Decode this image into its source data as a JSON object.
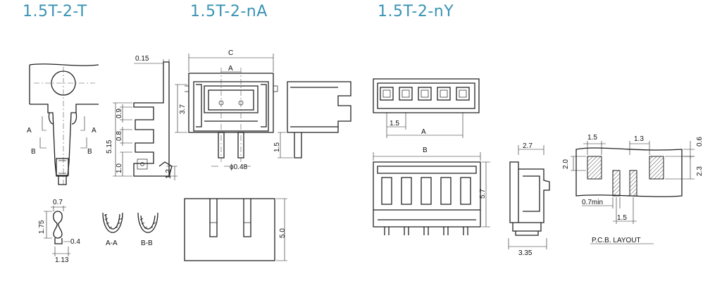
{
  "titles": {
    "t1": "1.5T-2-T",
    "t2": "1.5T-2-nA",
    "t3": "1.5T-2-nY"
  },
  "terminal": {
    "section_a": "A",
    "section_b": "B",
    "dim_015": "0.15",
    "dim_09": "0.9",
    "dim_08": "0.8",
    "dim_515": "5.15",
    "dim_10": "1.0",
    "dim_12": "1.2",
    "dim_07": "0.7",
    "dim_175": "1.75",
    "dim_04": "0.4",
    "dim_113": "1.13",
    "label_aa": "A-A",
    "label_bb": "B-B"
  },
  "housing": {
    "dim_c": "C",
    "dim_a": "A",
    "dim_37": "3.7",
    "dim_15": "1.5",
    "dim_pin": "ϕ0.48",
    "dim_50": "5.0"
  },
  "header": {
    "dim_15": "1.5",
    "dim_a": "A",
    "dim_b": "B",
    "dim_57": "5.7",
    "dim_27": "2.7",
    "dim_335": "3.35"
  },
  "pcb": {
    "dim_15": "1.5",
    "dim_13": "1.3",
    "dim_06": "0.6",
    "dim_20": "2.0",
    "dim_23": "2.3",
    "dim_07min": "0.7min",
    "dim_15b": "1.5",
    "label": "P.C.B. LAYOUT"
  }
}
